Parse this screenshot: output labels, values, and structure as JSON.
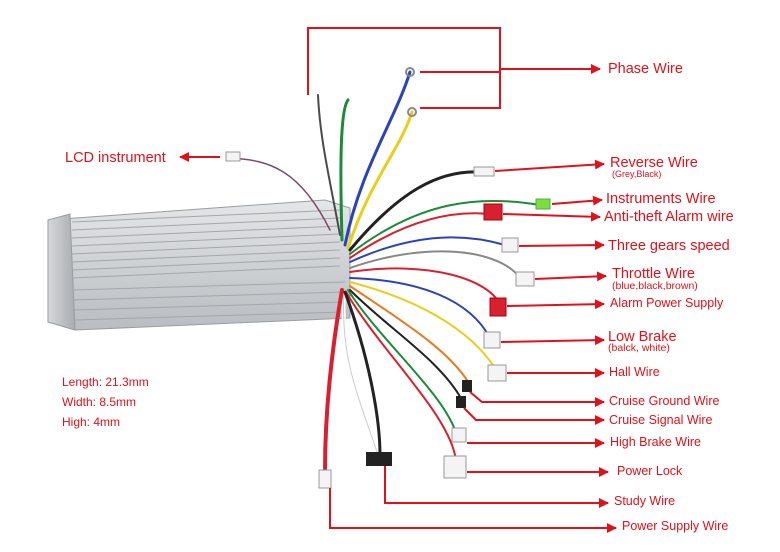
{
  "labels": {
    "phase": "Phase Wire",
    "lcd": "LCD instrument",
    "reverse": "Reverse Wire",
    "reverse_sub": "(Grey,Black)",
    "instruments": "Instruments Wire",
    "antitheft": "Anti-theft Alarm wire",
    "gears": "Three gears speed",
    "throttle": "Throttle Wire",
    "throttle_sub": "(blue,black,brown)",
    "alarm_power": "Alarm Power Supply",
    "low_brake": "Low Brake",
    "low_brake_sub": "(balck, white)",
    "hall": "Hall Wire",
    "cruise_ground": "Cruise Ground Wire",
    "cruise_signal": "Cruise Signal Wire",
    "high_brake": "High Brake Wire",
    "power_lock": "Power Lock",
    "study": "Study Wire",
    "power_supply": "Power Supply Wire"
  },
  "dimensions": {
    "length": "Length: 21.3mm",
    "width": "Width: 8.5mm",
    "high": "High: 4mm"
  },
  "colors": {
    "annotation": "#e0111b",
    "housing": "#c9ccd0"
  }
}
